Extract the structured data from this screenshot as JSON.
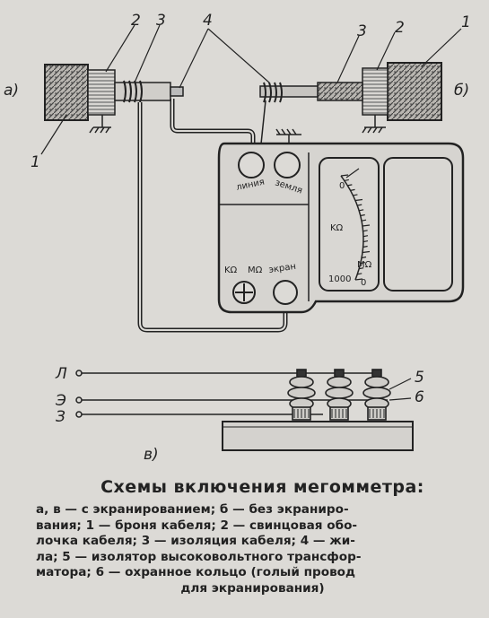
{
  "diagram": {
    "top_labels": {
      "a": "а)",
      "b": "б)",
      "one_left_bottom": "1",
      "two_left": "2",
      "three_left": "3",
      "four": "4",
      "three_right": "3",
      "two_right": "2",
      "one_right": "1"
    },
    "device": {
      "terminal_line": "линия",
      "terminal_ground": "земля",
      "terminal_screen": "экран",
      "switch_kohm": "KΩ",
      "switch_mohm": "MΩ",
      "scale_zero_top": "0",
      "scale_kohm": "KΩ",
      "scale_mohm": "MΩ",
      "scale_1000": "1000",
      "scale_zero_bottom": "0"
    },
    "bottom_labels": {
      "L": "Л",
      "E1": "Э",
      "Z": "З",
      "five": "5",
      "six": "6",
      "v": "в)"
    }
  },
  "caption": {
    "title": "Схемы включения мегомметра:",
    "lines": [
      "а, в — с экранированием; б — без экраниро-",
      "вания; 1 — броня кабеля; 2 — свинцовая обо-",
      "лочка кабеля; 3 — изоляция кабеля; 4 — жи-",
      "ла; 5 — изолятор высоковольтного трансфор-",
      "матора; 6 — охранное кольцо (голый провод",
      "для экранирования)"
    ]
  }
}
